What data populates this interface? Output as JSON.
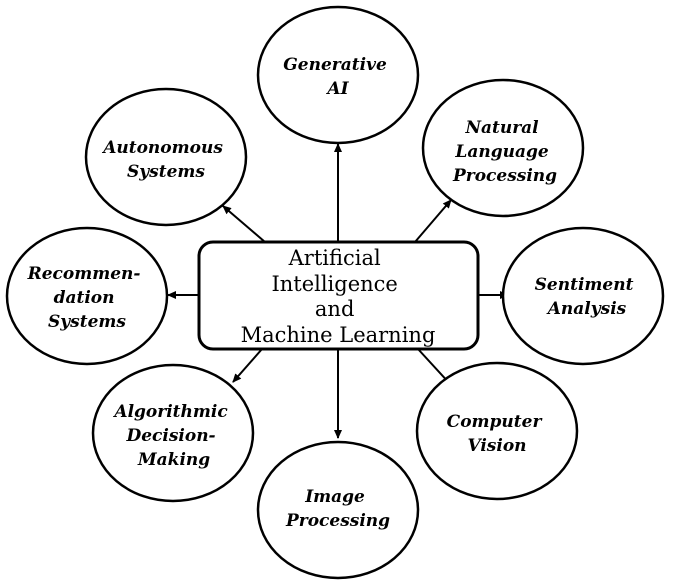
{
  "diagram": {
    "center": {
      "lines": [
        "Artificial",
        "Intelligence",
        "and",
        "Machine Learning"
      ]
    },
    "nodes": [
      {
        "id": "generative-ai",
        "lines": [
          "Generative",
          "AI"
        ]
      },
      {
        "id": "nlp",
        "lines": [
          "Natural",
          "Language",
          "Processing"
        ]
      },
      {
        "id": "sentiment-analysis",
        "lines": [
          "Sentiment",
          "Analysis"
        ]
      },
      {
        "id": "computer-vision",
        "lines": [
          "Computer",
          "Vision"
        ]
      },
      {
        "id": "image-processing",
        "lines": [
          "Image",
          "Processing"
        ]
      },
      {
        "id": "algorithmic-decision-making",
        "lines": [
          "Algorithmic",
          "Decision-",
          "Making"
        ]
      },
      {
        "id": "recommendation-systems",
        "lines": [
          "Recommen-",
          "dation",
          "Systems"
        ]
      },
      {
        "id": "autonomous-systems",
        "lines": [
          "Autonomous",
          "Systems"
        ]
      }
    ]
  }
}
